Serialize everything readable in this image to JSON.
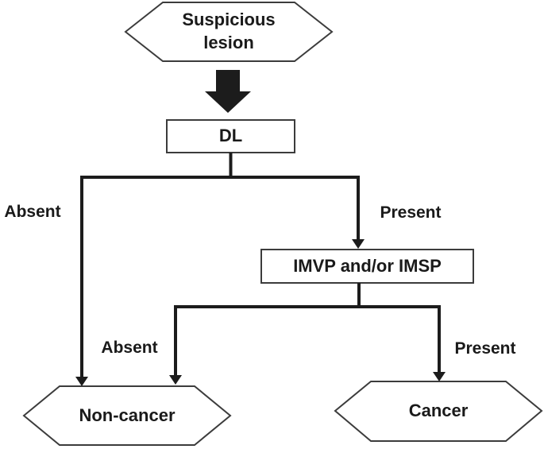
{
  "diagram": {
    "type": "flowchart",
    "nodes": {
      "suspicious_lesion": {
        "label": "Suspicious lesion",
        "shape": "hexagon"
      },
      "dl": {
        "label": "DL",
        "shape": "rect"
      },
      "imvp_imsp": {
        "label": "IMVP and/or IMSP",
        "shape": "rect"
      },
      "non_cancer": {
        "label": "Non-cancer",
        "shape": "hexagon"
      },
      "cancer": {
        "label": "Cancer",
        "shape": "hexagon"
      }
    },
    "edge_labels": {
      "dl_absent": "Absent",
      "dl_present": "Present",
      "imvp_absent": "Absent",
      "imvp_present": "Present"
    },
    "edges": [
      {
        "from": "suspicious_lesion",
        "to": "dl",
        "label": "",
        "style": "block-arrow"
      },
      {
        "from": "dl",
        "to": "non_cancer",
        "label": "Absent",
        "style": "elbow-arrow"
      },
      {
        "from": "dl",
        "to": "imvp_imsp",
        "label": "Present",
        "style": "elbow-arrow"
      },
      {
        "from": "imvp_imsp",
        "to": "non_cancer",
        "label": "Absent",
        "style": "elbow-arrow"
      },
      {
        "from": "imvp_imsp",
        "to": "cancer",
        "label": "Present",
        "style": "elbow-arrow"
      }
    ],
    "colors": {
      "line": "#1c1c1c",
      "shape_border": "#3c3c3c",
      "shape_fill": "#ffffff",
      "text": "#1a1a1a",
      "background": "#ffffff"
    }
  }
}
